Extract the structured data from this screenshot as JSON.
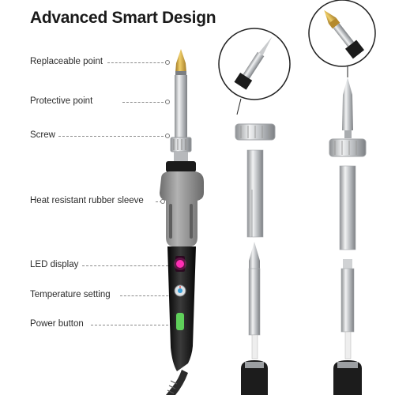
{
  "title": "Advanced Smart Design",
  "labels": {
    "replaceable_point": "Replaceable point",
    "protective_point": "Protective point",
    "screw": "Screw",
    "heat_resistant_sleeve": "Heat resistant rubber sleeve",
    "led_display": "LED display",
    "temperature_setting": "Temperature setting",
    "power_button": "Power button"
  },
  "colors": {
    "brass_tip": "#c9a23a",
    "steel": "#c9cbcd",
    "rubber_sleeve": "#8f8f8f",
    "handle": "#1a1a1a",
    "led": "#ff2fb4",
    "power_button": "#5fd05a"
  },
  "icons": {
    "zoom_circle_left": "conical-tip-closeup",
    "zoom_circle_right": "brass-tip-closeup",
    "temperature_dial": "temperature-dial-icon"
  }
}
